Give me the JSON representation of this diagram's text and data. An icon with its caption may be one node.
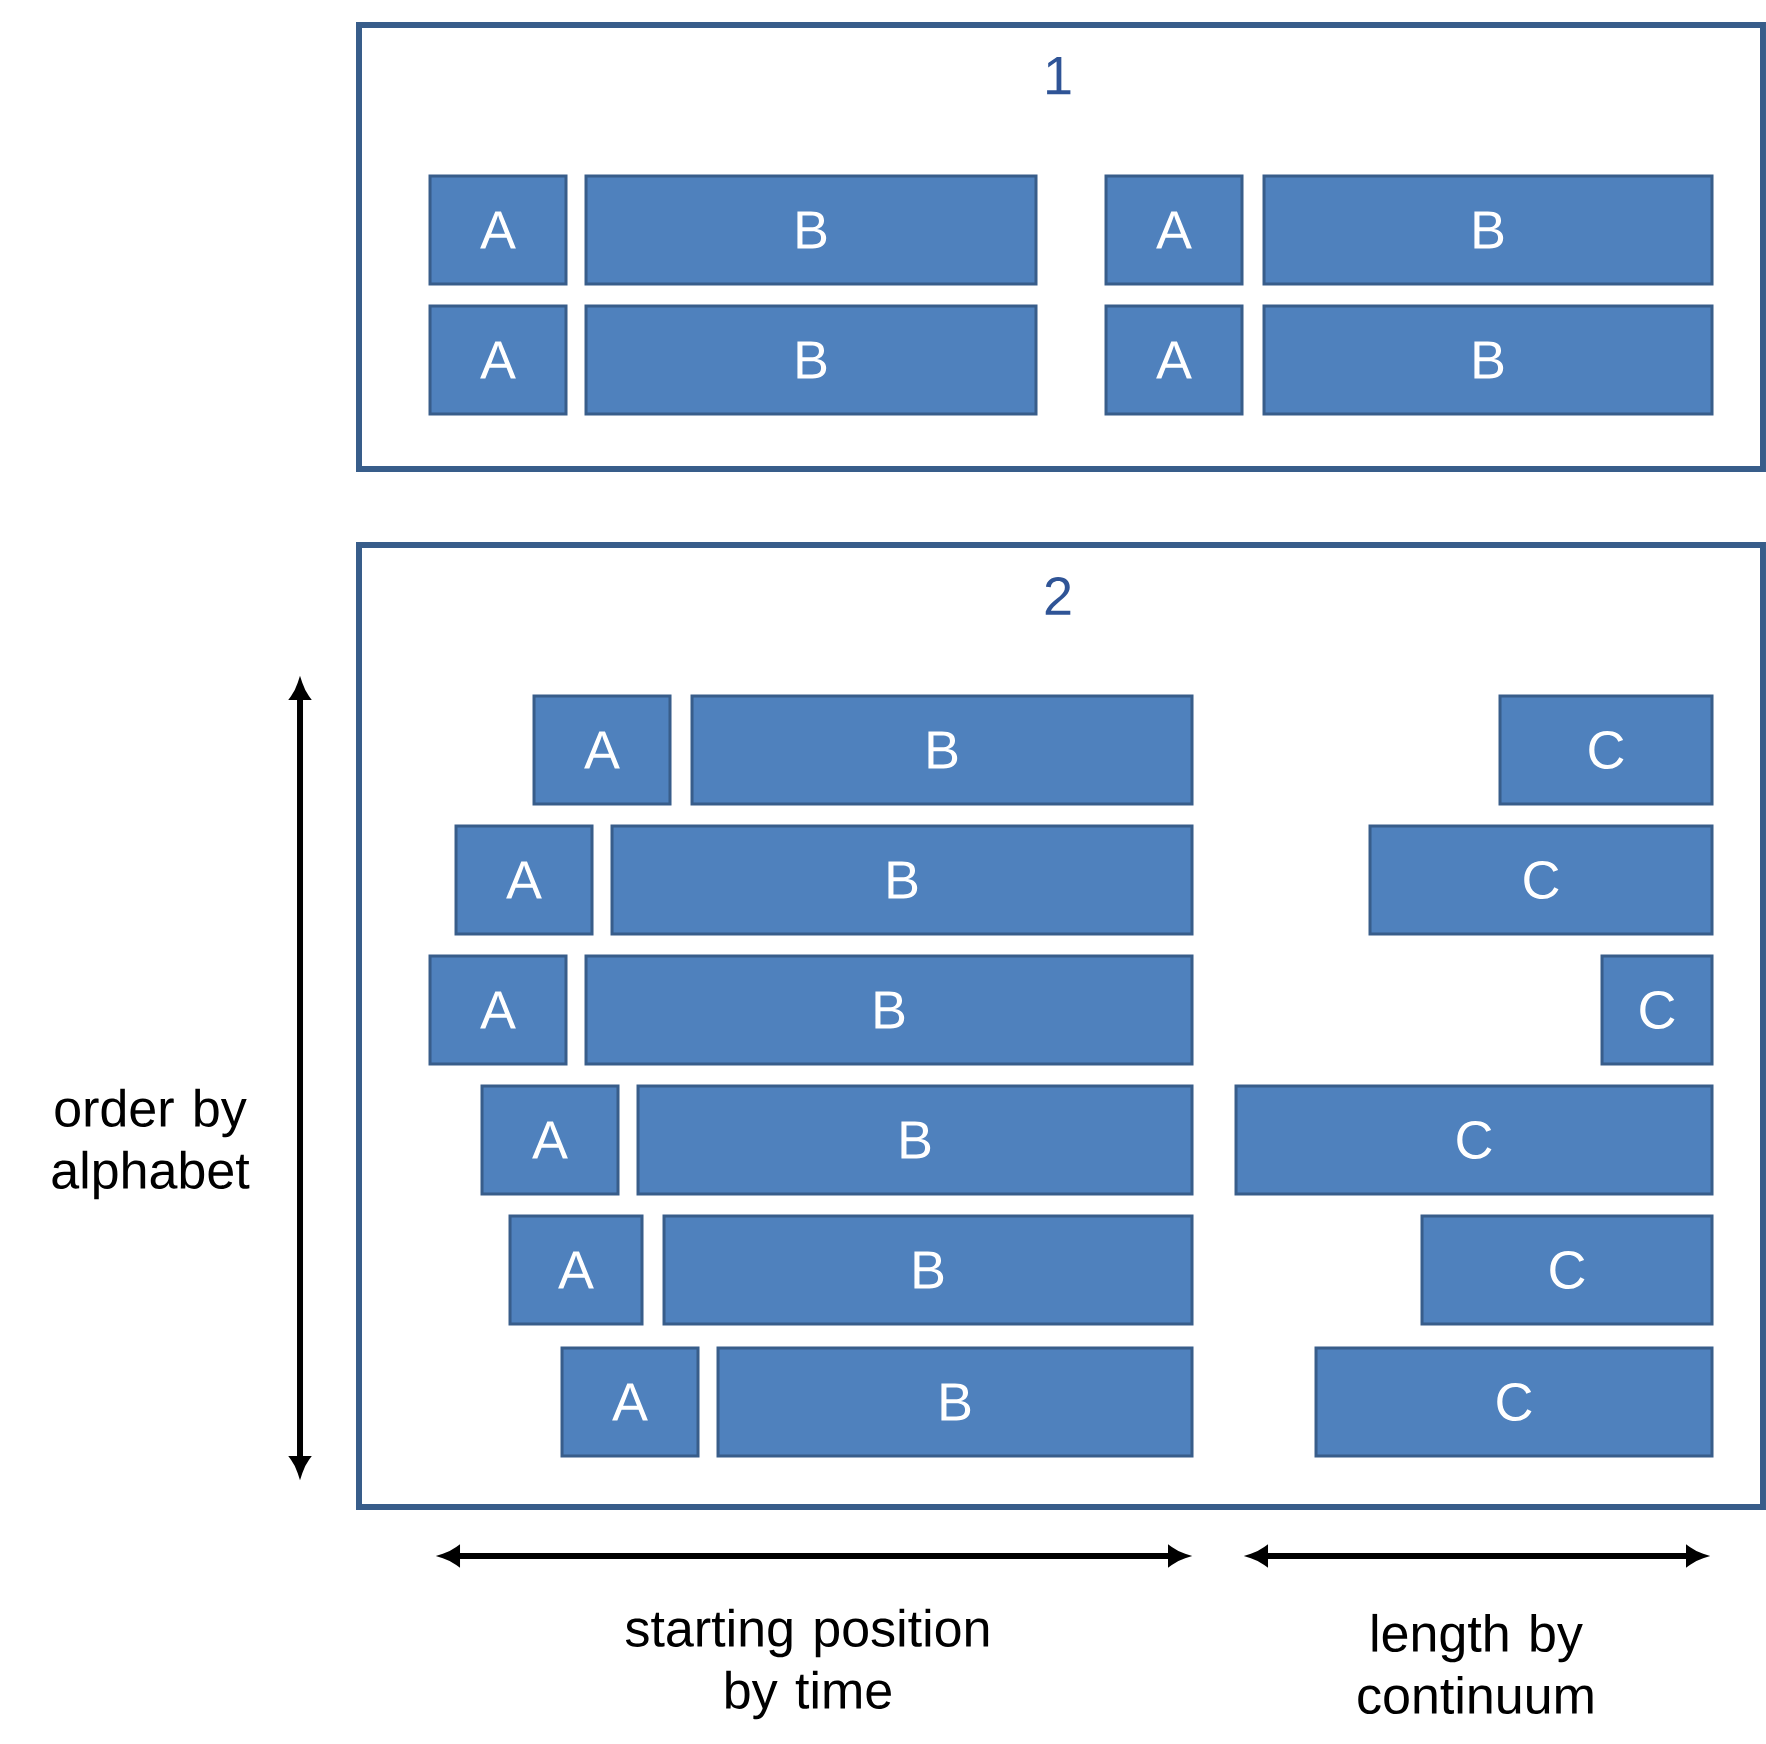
{
  "diagram": {
    "nodes": [
      {
        "text": [
          "1"
        ]
      },
      {
        "text": [
          "A"
        ],
        "in": 0
      },
      {
        "text": [
          "B"
        ],
        "in": 0
      },
      {
        "text": [
          "A"
        ],
        "in": 0
      },
      {
        "text": [
          "B"
        ],
        "in": 0
      },
      {
        "text": [
          "A"
        ],
        "in": 0
      },
      {
        "text": [
          "B"
        ],
        "in": 0
      },
      {
        "text": [
          "A"
        ],
        "in": 0
      },
      {
        "text": [
          "B"
        ],
        "in": 0
      },
      {
        "text": [
          "2"
        ]
      },
      {
        "text": [
          "A"
        ],
        "in": 9
      },
      {
        "text": [
          "B"
        ],
        "in": 9
      },
      {
        "text": [
          "C"
        ],
        "in": 9
      },
      {
        "text": [
          "A"
        ],
        "in": 9
      },
      {
        "text": [
          "B"
        ],
        "in": 9
      },
      {
        "text": [
          "C"
        ],
        "in": 9
      },
      {
        "text": [
          "A"
        ],
        "in": 9
      },
      {
        "text": [
          "B"
        ],
        "in": 9
      },
      {
        "text": [
          "C"
        ],
        "in": 9
      },
      {
        "text": [
          "A"
        ],
        "in": 9
      },
      {
        "text": [
          "B"
        ],
        "in": 9
      },
      {
        "text": [
          "C"
        ],
        "in": 9
      },
      {
        "text": [
          "A"
        ],
        "in": 9
      },
      {
        "text": [
          "B"
        ],
        "in": 9
      },
      {
        "text": [
          "C"
        ],
        "in": 9
      },
      {
        "text": [
          "A"
        ],
        "in": 9
      },
      {
        "text": [
          "B"
        ],
        "in": 9
      },
      {
        "text": [
          "C"
        ],
        "in": 9
      }
    ],
    "labels": [
      "order by alphabet",
      "starting position by time",
      "length by continuum"
    ]
  }
}
